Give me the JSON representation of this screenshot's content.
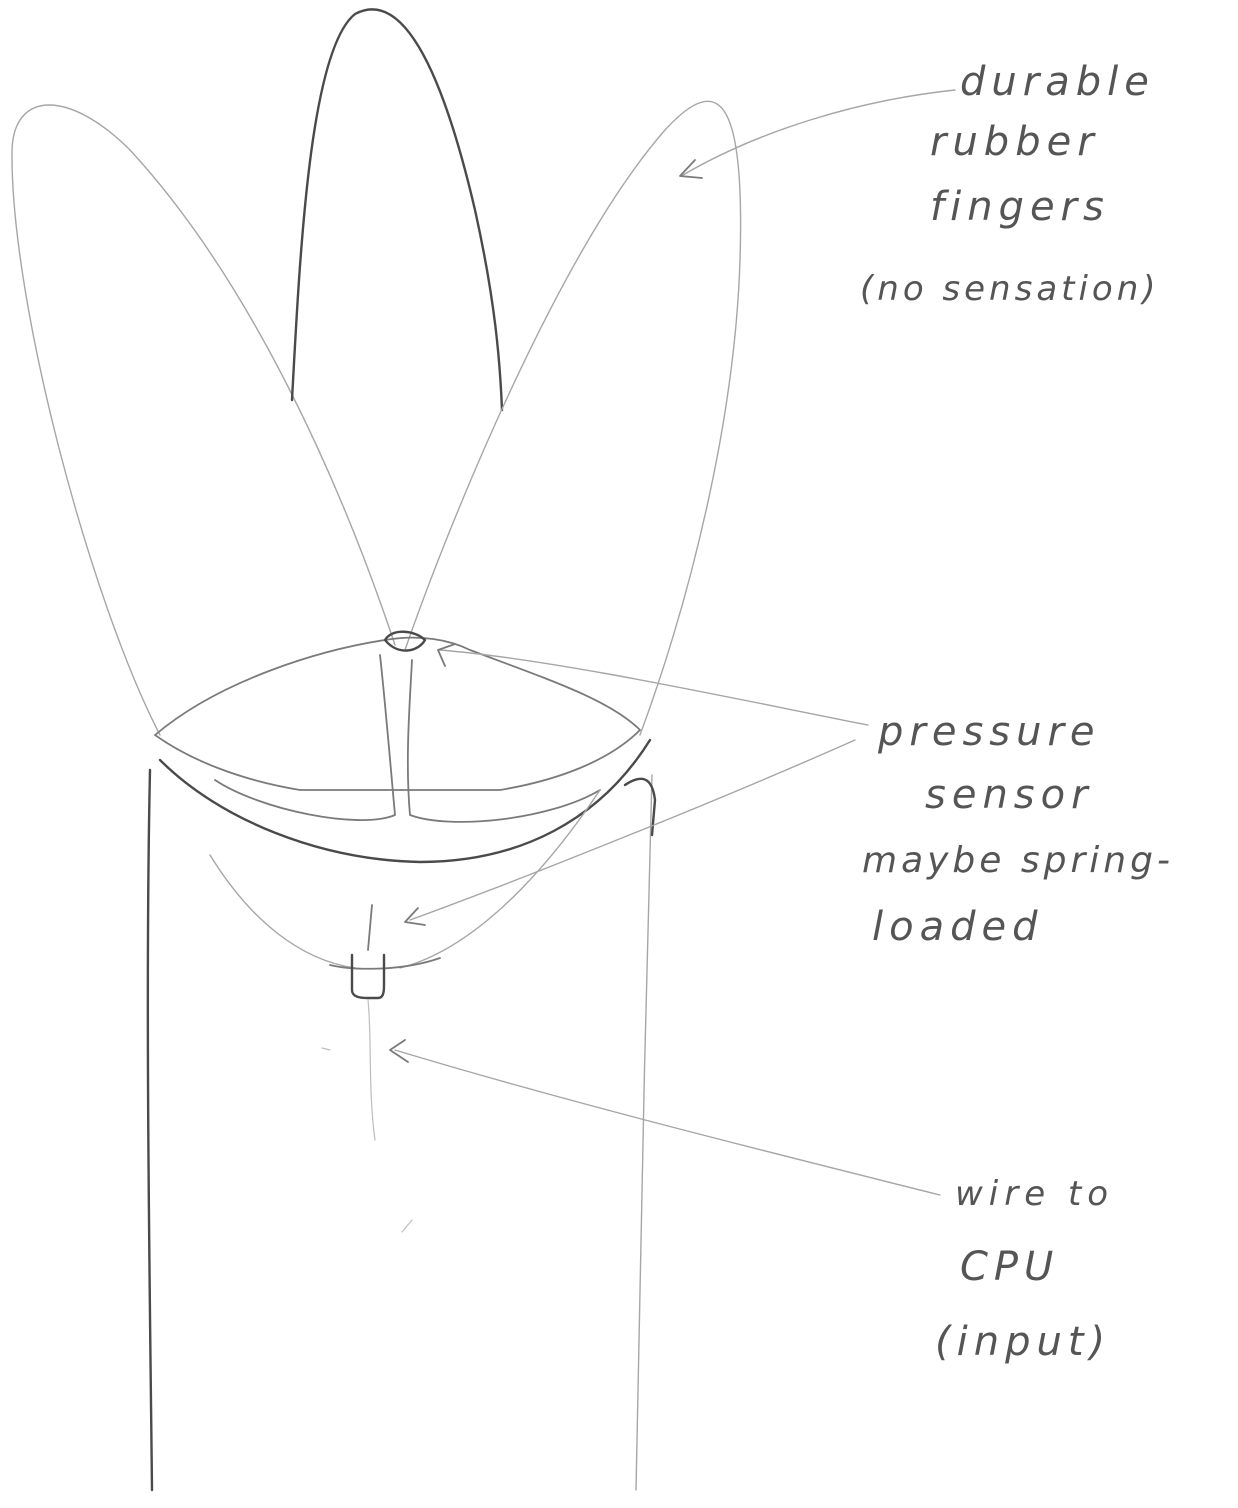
{
  "annotations": {
    "fingers": {
      "lines": [
        "durable",
        "rubber",
        "fingers",
        "(no sensation)"
      ]
    },
    "pressure_sensor": {
      "lines": [
        "pressure",
        "sensor",
        "maybe spring-",
        "loaded"
      ]
    },
    "wire": {
      "lines": [
        "wire to",
        "CPU",
        "(input)"
      ]
    }
  },
  "colors": {
    "paper": "#ffffff",
    "pencil_dark": "#4a4a4a",
    "pencil_light": "#a6a6a6"
  }
}
